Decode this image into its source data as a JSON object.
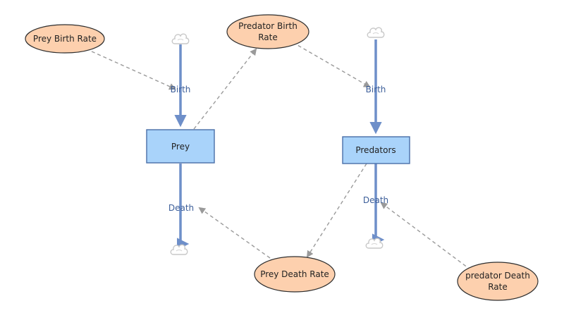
{
  "colors": {
    "stock_fill": "#a9d3fa",
    "stock_stroke": "#4a6fa8",
    "variable_fill": "#fdd0ae",
    "variable_stroke": "#2e2e2e",
    "flow_pipe": "#6e8fc9",
    "flow_label": "#3d5f9a",
    "link_dashed": "#9a9a9a",
    "cloud": "#c8c8c8"
  },
  "stocks": {
    "prey": {
      "label": "Prey"
    },
    "predators": {
      "label": "Predators"
    }
  },
  "variables": {
    "prey_birth_rate": {
      "lines": [
        "Prey Birth Rate"
      ]
    },
    "predator_birth_rate": {
      "lines": [
        "Predator Birth",
        "Rate"
      ]
    },
    "prey_death_rate": {
      "lines": [
        "Prey Death Rate"
      ]
    },
    "predator_death_rate": {
      "lines": [
        "predator Death",
        "Rate"
      ]
    }
  },
  "flows": {
    "prey_birth": {
      "label": "Birth"
    },
    "prey_death": {
      "label": "Death"
    },
    "predator_birth": {
      "label": "Birth"
    },
    "predator_death": {
      "label": "Death"
    }
  },
  "icons": {
    "source_sink": "cloud-icon"
  }
}
